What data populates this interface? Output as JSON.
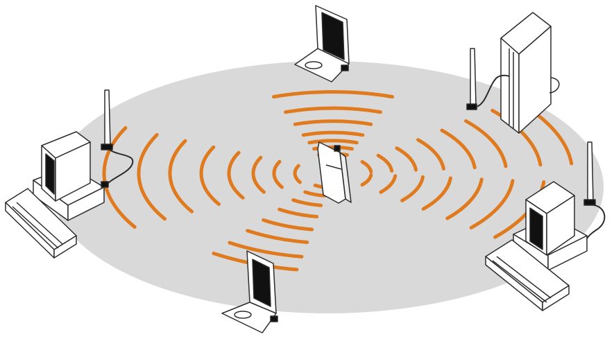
{
  "colors": {
    "floor": "#d9d9d9",
    "signal": "#e07a1f",
    "outline": "#2b2b2b",
    "device_fill": "#ffffff",
    "screen": "#111111",
    "cable": "#2b2b2b"
  },
  "devices": [
    {
      "id": "access-point",
      "icon": "wireless-access-point-icon"
    },
    {
      "id": "laptop-top",
      "icon": "laptop-icon"
    },
    {
      "id": "server",
      "icon": "server-tower-icon"
    },
    {
      "id": "desktop-left",
      "icon": "desktop-computer-icon"
    },
    {
      "id": "desktop-right",
      "icon": "desktop-computer-icon"
    },
    {
      "id": "laptop-bottom",
      "icon": "laptop-icon"
    }
  ],
  "antennas": [
    {
      "attached_to": "desktop-left",
      "icon": "antenna-icon"
    },
    {
      "attached_to": "server",
      "icon": "antenna-icon"
    },
    {
      "attached_to": "desktop-right",
      "icon": "antenna-icon"
    }
  ]
}
